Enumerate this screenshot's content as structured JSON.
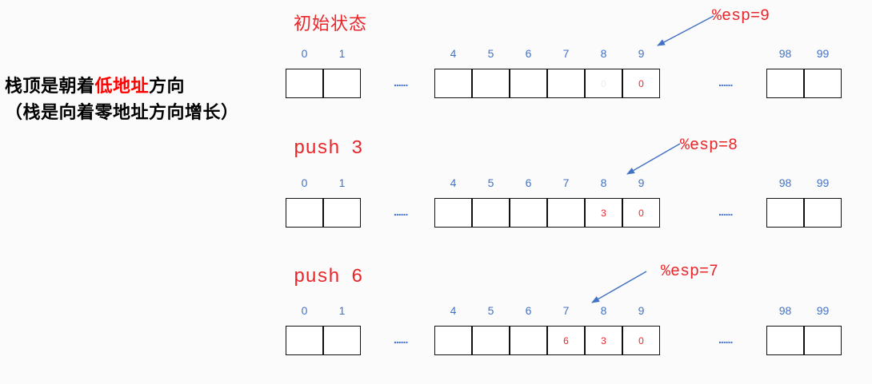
{
  "side_text": {
    "line1_pre": "栈顶是朝着",
    "line1_hl": "低地址",
    "line1_post": "方向",
    "line2": "（栈是向着零地址方向增长）"
  },
  "states": [
    {
      "title": "初始状态",
      "esp_label": "%esp=9",
      "esp_index": 9,
      "indices_left": [
        "0",
        "1"
      ],
      "indices_mid": [
        "4",
        "5",
        "6",
        "7",
        "8",
        "9"
      ],
      "indices_right": [
        "98",
        "99"
      ],
      "mid_values": [
        "",
        "",
        "",
        "",
        "0",
        "0"
      ],
      "ellipsis": "......"
    },
    {
      "title": "push 3",
      "esp_label": "%esp=8",
      "esp_index": 8,
      "indices_left": [
        "0",
        "1"
      ],
      "indices_mid": [
        "4",
        "5",
        "6",
        "7",
        "8",
        "9"
      ],
      "indices_right": [
        "98",
        "99"
      ],
      "mid_values": [
        "",
        "",
        "",
        "",
        "3",
        "0"
      ],
      "ellipsis": "......"
    },
    {
      "title": "push 6",
      "esp_label": "%esp=7",
      "esp_index": 7,
      "indices_left": [
        "0",
        "1"
      ],
      "indices_mid": [
        "4",
        "5",
        "6",
        "7",
        "8",
        "9"
      ],
      "indices_right": [
        "98",
        "99"
      ],
      "mid_values": [
        "",
        "",
        "",
        "6",
        "3",
        "0"
      ],
      "ellipsis": "......"
    }
  ],
  "colors": {
    "title": "#e8262a",
    "index": "#4472c4",
    "arrow": "#4472c4",
    "value": "#e8262a"
  }
}
